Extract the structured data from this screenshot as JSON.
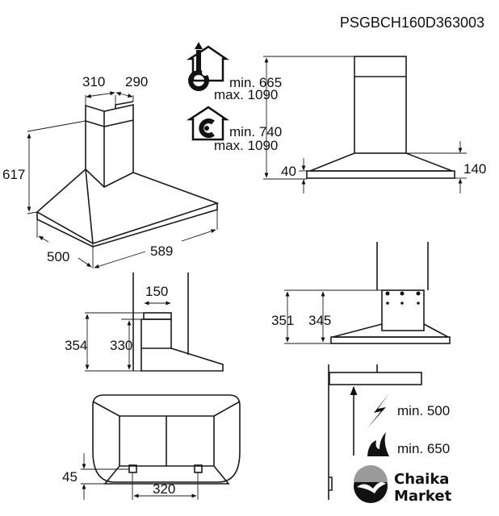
{
  "model_code": "PSGBCH160D363003",
  "isometric_view": {
    "width": "589",
    "depth": "500",
    "height": "617",
    "chimney_width": "310",
    "chimney_depth": "290"
  },
  "chimney_height": {
    "extraction": {
      "icon": "extraction-mode-house-icon",
      "min": "min. 665",
      "max": "max. 1090"
    },
    "recirculation": {
      "icon": "recirculation-mode-house-icon",
      "min": "min. 740",
      "max": "max. 1090"
    }
  },
  "front_view": {
    "base_height": "40",
    "canopy_height": "140"
  },
  "side_view": {
    "chimney_depth": "150",
    "total": "354",
    "inner": "330"
  },
  "bracket_view": {
    "outer": "351",
    "inner": "345"
  },
  "top_view": {
    "bracket_offset": "45",
    "bracket_spacing": "320"
  },
  "clearance": {
    "electric": "min. 500",
    "gas": "min. 650"
  },
  "watermark": {
    "line1": "Chaika",
    "line2": "Market"
  }
}
